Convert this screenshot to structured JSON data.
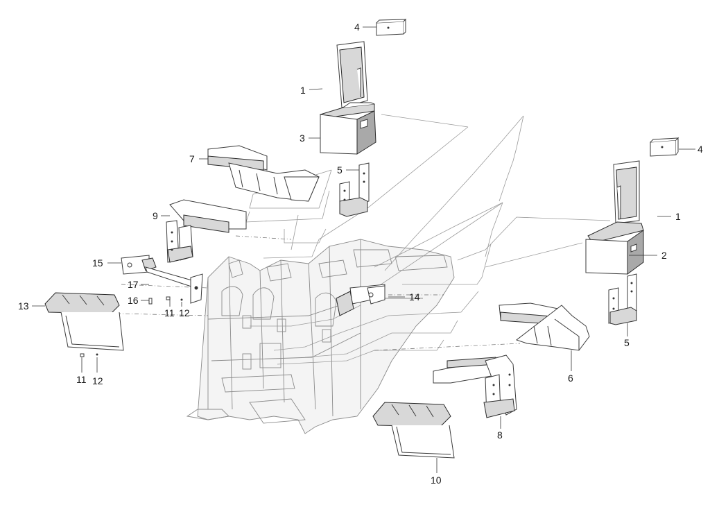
{
  "callouts": {
    "c1a": "1",
    "c1b": "1",
    "c2": "2",
    "c3": "3",
    "c4a": "4",
    "c4b": "4",
    "c5a": "5",
    "c5b": "5",
    "c6": "6",
    "c7": "7",
    "c8": "8",
    "c9": "9",
    "c10": "10",
    "c11a": "11",
    "c11b": "11",
    "c12a": "12",
    "c12b": "12",
    "c13": "13",
    "c14": "14",
    "c15": "15",
    "c16": "16",
    "c17": "17"
  }
}
